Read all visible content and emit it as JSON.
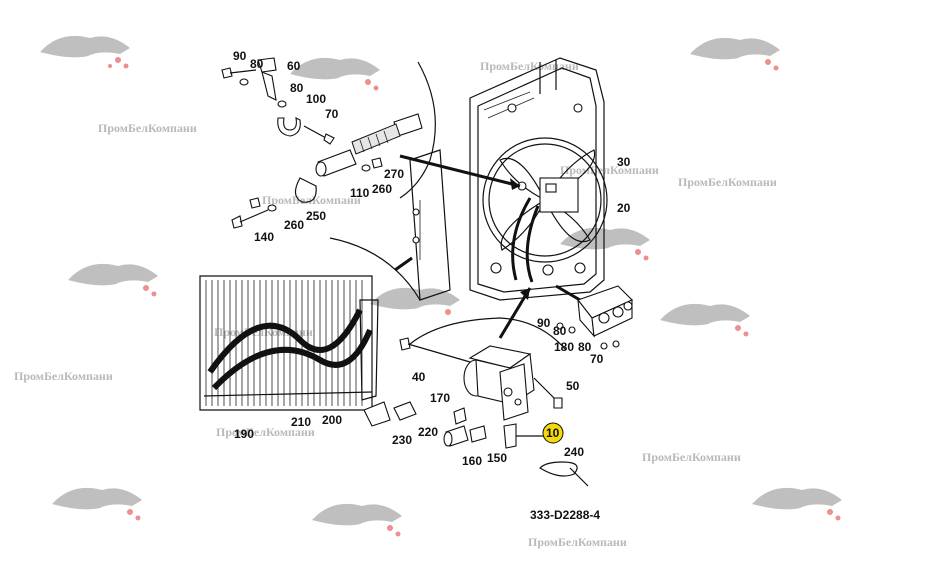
{
  "diagram": {
    "drawing_code": "333-D2288-4",
    "highlight_color": "#f5d90a",
    "callouts": [
      "90",
      "80",
      "60",
      "80",
      "100",
      "70",
      "110",
      "260",
      "270",
      "250",
      "140",
      "260",
      "30",
      "20",
      "90",
      "80",
      "180",
      "80",
      "70",
      "40",
      "50",
      "170",
      "10",
      "240",
      "230",
      "220",
      "160",
      "150",
      "190",
      "210",
      "200"
    ],
    "highlighted_callout": "10"
  },
  "watermarks": {
    "company_text": "ПромБелКомпани",
    "logo_color": "#cc2d2d"
  }
}
